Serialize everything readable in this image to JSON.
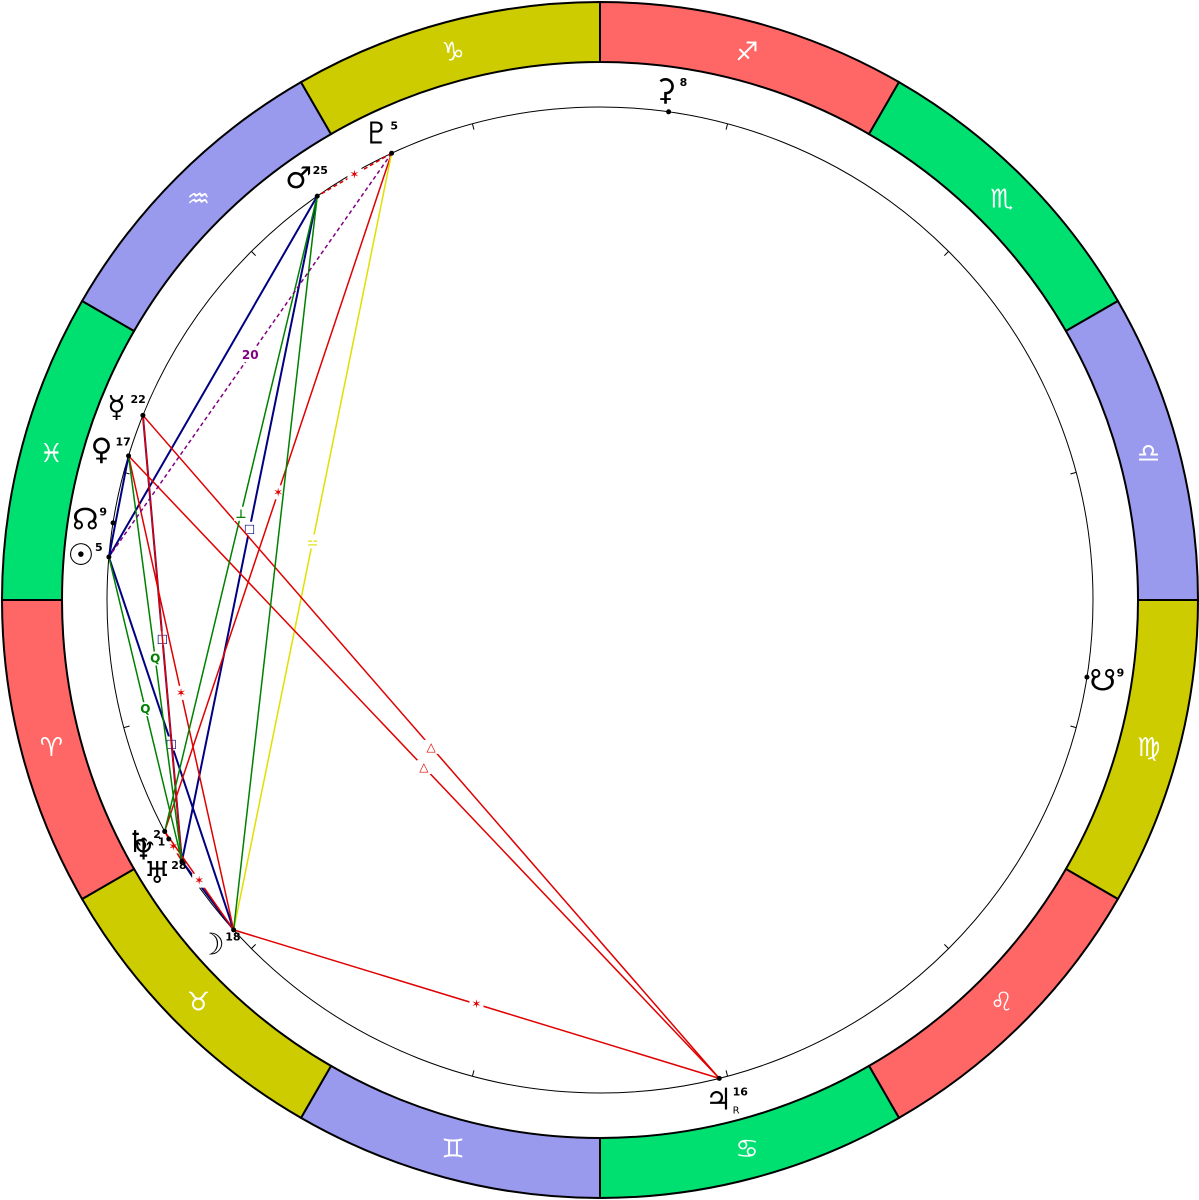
{
  "zodiac": {
    "signs": [
      {
        "name": "sagittarius",
        "glyph": "♐",
        "color": "#ff6666"
      },
      {
        "name": "scorpio",
        "glyph": "♏",
        "color": "#00e070"
      },
      {
        "name": "libra",
        "glyph": "♎",
        "color": "#9999ee"
      },
      {
        "name": "virgo",
        "glyph": "♍",
        "color": "#cccc00"
      },
      {
        "name": "leo",
        "glyph": "♌",
        "color": "#ff6666"
      },
      {
        "name": "cancer",
        "glyph": "♋",
        "color": "#00e070"
      },
      {
        "name": "gemini",
        "glyph": "♊",
        "color": "#9999ee"
      },
      {
        "name": "taurus",
        "glyph": "♉",
        "color": "#cccc00"
      },
      {
        "name": "aries",
        "glyph": "♈",
        "color": "#ff6666"
      },
      {
        "name": "pisces",
        "glyph": "♓",
        "color": "#00e070"
      },
      {
        "name": "aquarius",
        "glyph": "♒",
        "color": "#9999ee"
      },
      {
        "name": "capricorn",
        "glyph": "♑",
        "color": "#cccc00"
      }
    ]
  },
  "planets": [
    {
      "id": "pluto",
      "glyph": "♇",
      "degree": "5",
      "sign": "capricorn",
      "sub": ""
    },
    {
      "id": "mars",
      "glyph": "♂",
      "degree": "25",
      "sign": "aquarius",
      "sub": ""
    },
    {
      "id": "sun",
      "glyph": "☉",
      "degree": "5",
      "sign": "pisces",
      "sub": ""
    },
    {
      "id": "north-node",
      "glyph": "☊",
      "degree": "9",
      "sign": "pisces",
      "sub": ""
    },
    {
      "id": "venus",
      "glyph": "♀",
      "degree": "17",
      "sign": "pisces",
      "sub": ""
    },
    {
      "id": "mercury",
      "glyph": "☿",
      "degree": "22",
      "sign": "pisces",
      "sub": ""
    },
    {
      "id": "saturn",
      "glyph": "♄",
      "degree": "2",
      "sign": "aries",
      "sub": ""
    },
    {
      "id": "neptune",
      "glyph": "♆",
      "degree": "1",
      "sign": "aries",
      "sub": ""
    },
    {
      "id": "moon",
      "glyph": "☽",
      "degree": "18",
      "sign": "taurus",
      "sub": ""
    },
    {
      "id": "uranus",
      "glyph": "♅",
      "degree": "28",
      "sign": "taurus",
      "sub": ""
    },
    {
      "id": "jupiter",
      "glyph": "♃",
      "degree": "16",
      "sign": "cancer",
      "sub": "R"
    },
    {
      "id": "south-node",
      "glyph": "☋",
      "degree": "9",
      "sign": "virgo",
      "sub": ""
    },
    {
      "id": "ceres",
      "glyph": "⚳",
      "degree": "8",
      "sign": "sagittarius",
      "sub": ""
    }
  ],
  "aspects": [
    {
      "from": "moon",
      "to": "uranus",
      "color": "#000080",
      "label": ""
    },
    {
      "from": "mars",
      "to": "sun",
      "color": "#000080",
      "label": ""
    },
    {
      "from": "sun",
      "to": "venus",
      "color": "#000080",
      "label": ""
    },
    {
      "from": "mars",
      "to": "uranus",
      "color": "#000080",
      "label": "□"
    },
    {
      "from": "sun",
      "to": "moon",
      "color": "#000080",
      "label": "□"
    },
    {
      "from": "mercury",
      "to": "uranus",
      "color": "#000080",
      "label": "□"
    },
    {
      "from": "pluto",
      "to": "saturn",
      "color": "#e00000",
      "label": "✶"
    },
    {
      "from": "pluto",
      "to": "moon",
      "color": "#e0e000",
      "label": "⚍"
    },
    {
      "from": "venus",
      "to": "jupiter",
      "color": "#e00000",
      "label": "△"
    },
    {
      "from": "mercury",
      "to": "jupiter",
      "color": "#e00000",
      "label": "△"
    },
    {
      "from": "moon",
      "to": "jupiter",
      "color": "#e00000",
      "label": "✶"
    },
    {
      "from": "saturn",
      "to": "uranus",
      "color": "#e00000",
      "label": "✶"
    },
    {
      "from": "saturn",
      "to": "moon",
      "color": "#e00000",
      "label": "✶"
    },
    {
      "from": "mercury",
      "to": "uranus",
      "color": "#e00000",
      "label": ""
    },
    {
      "from": "venus",
      "to": "moon",
      "color": "#e00000",
      "label": "✶"
    },
    {
      "from": "mars",
      "to": "saturn",
      "color": "#008000",
      "label": "⊥"
    },
    {
      "from": "sun",
      "to": "uranus",
      "color": "#008000",
      "label": "Q"
    },
    {
      "from": "venus",
      "to": "uranus",
      "color": "#008000",
      "label": "Q"
    },
    {
      "from": "mars",
      "to": "moon",
      "color": "#008000",
      "label": ""
    },
    {
      "from": "pluto",
      "to": "mars",
      "color": "#e00000",
      "label": "✶",
      "dash": true
    },
    {
      "from": "pluto",
      "to": "sun",
      "color": "#800080",
      "label": "20",
      "dash": true
    }
  ],
  "colors": {
    "ring_border": "#000000",
    "inner_circle": "#000000"
  }
}
